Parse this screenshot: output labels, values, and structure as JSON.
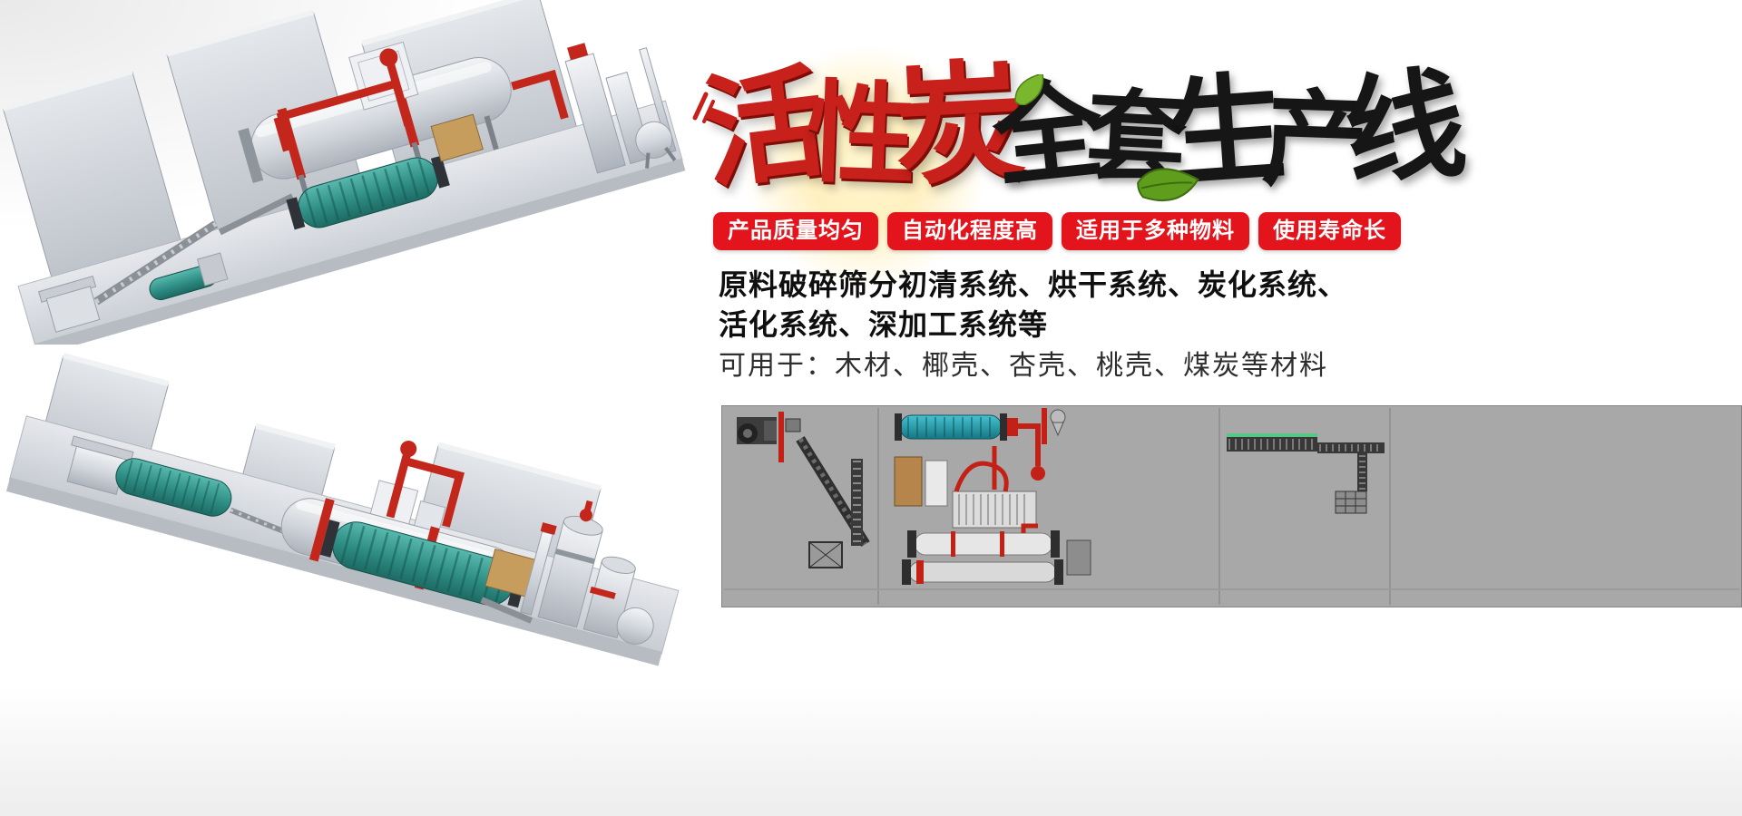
{
  "banner": {
    "title": {
      "red": "活性炭",
      "black": "全套生产线"
    },
    "badges": [
      "产品质量均匀",
      "自动化程度高",
      "适用于多种物料",
      "使用寿命长"
    ],
    "description": {
      "line1": "原料破碎筛分初清系统、烘干系统、炭化系统、",
      "line2": "活化系统、深加工系统等",
      "line3": "可用于：木材、椰壳、杏壳、桃壳、煤炭等材料"
    },
    "colors": {
      "badge_red": "#e3141c",
      "title_red": "#c8201a",
      "title_black": "#161616",
      "schematic_bg": "#a8a8a8",
      "accent_green": "#6aa82c"
    },
    "illustrations": {
      "render_top": "isometric-3d-render-production-line-upper",
      "render_bottom": "isometric-3d-render-production-line-lower",
      "schematic": "plant-layout-schematic"
    }
  }
}
